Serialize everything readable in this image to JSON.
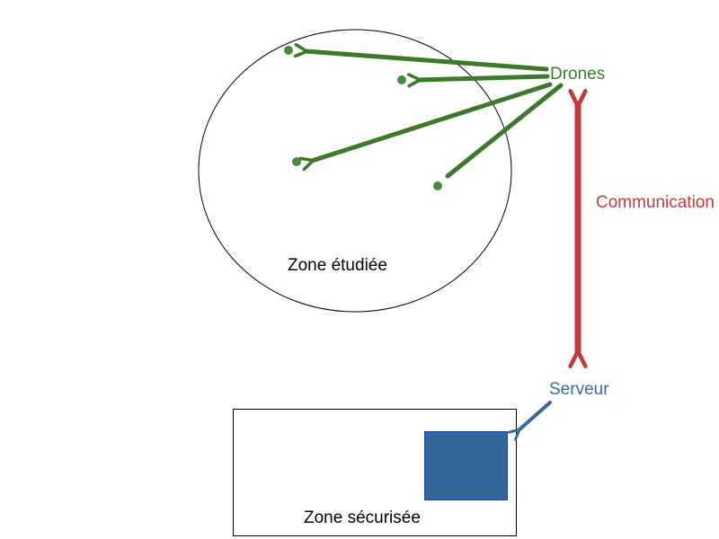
{
  "labels": {
    "drones": "Drones",
    "communication": "Communication",
    "serveur": "Serveur",
    "zone_etudiee": "Zone étudiée",
    "zone_securisee": "Zone sécurisée"
  },
  "colors": {
    "drones": "#3c7a2b",
    "drone_dot": "#4a8a3c",
    "communication": "#c7383b",
    "serveur": "#3a6a9c",
    "server_box_fill": "#336699",
    "server_box_border": "#2244aa",
    "outline": "#000000"
  },
  "icons": {
    "drone": "circle-dot",
    "server": "filled-rectangle"
  }
}
